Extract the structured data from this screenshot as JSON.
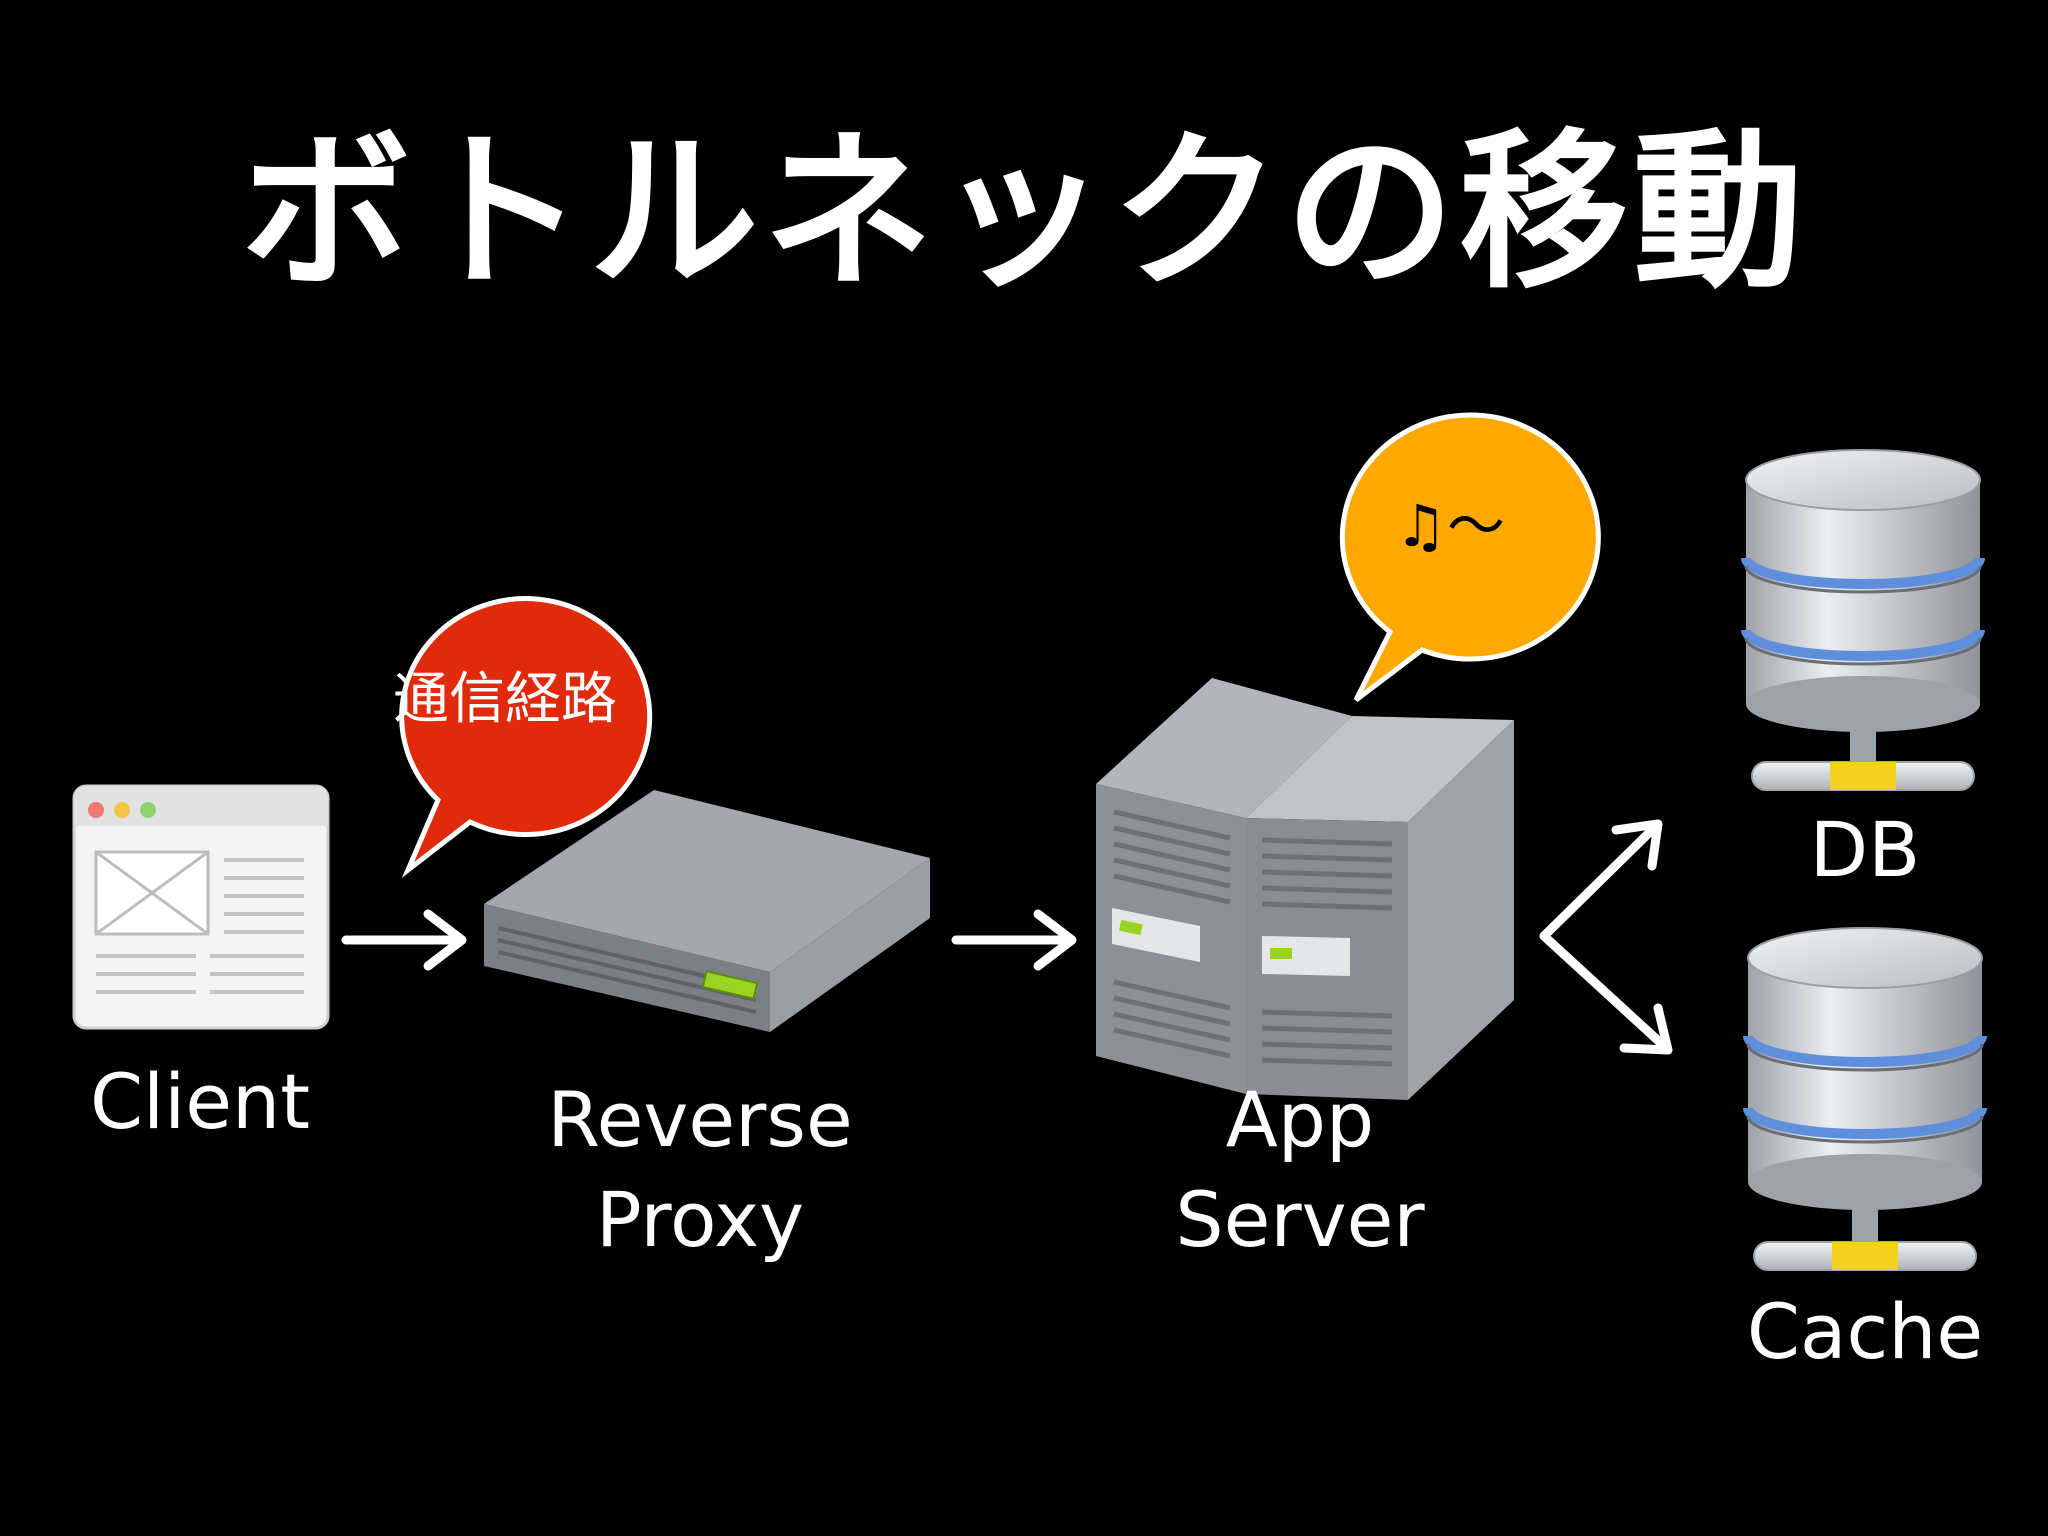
{
  "title": "ボトルネックの移動",
  "nodes": {
    "client": "Client",
    "proxy": {
      "line1": "Reverse",
      "line2": "Proxy"
    },
    "app": {
      "line1": "App",
      "line2": "Server"
    },
    "db": "DB",
    "cache": "Cache"
  },
  "bubbles": {
    "network": "通信経路",
    "app": "♫〜"
  },
  "colors": {
    "background": "#000000",
    "bubble_network": "#e02a0b",
    "bubble_app": "#ffa800",
    "server_body": "#8d9097",
    "db_stripe": "#5f8fdc",
    "db_connector": "#f3d21e"
  }
}
